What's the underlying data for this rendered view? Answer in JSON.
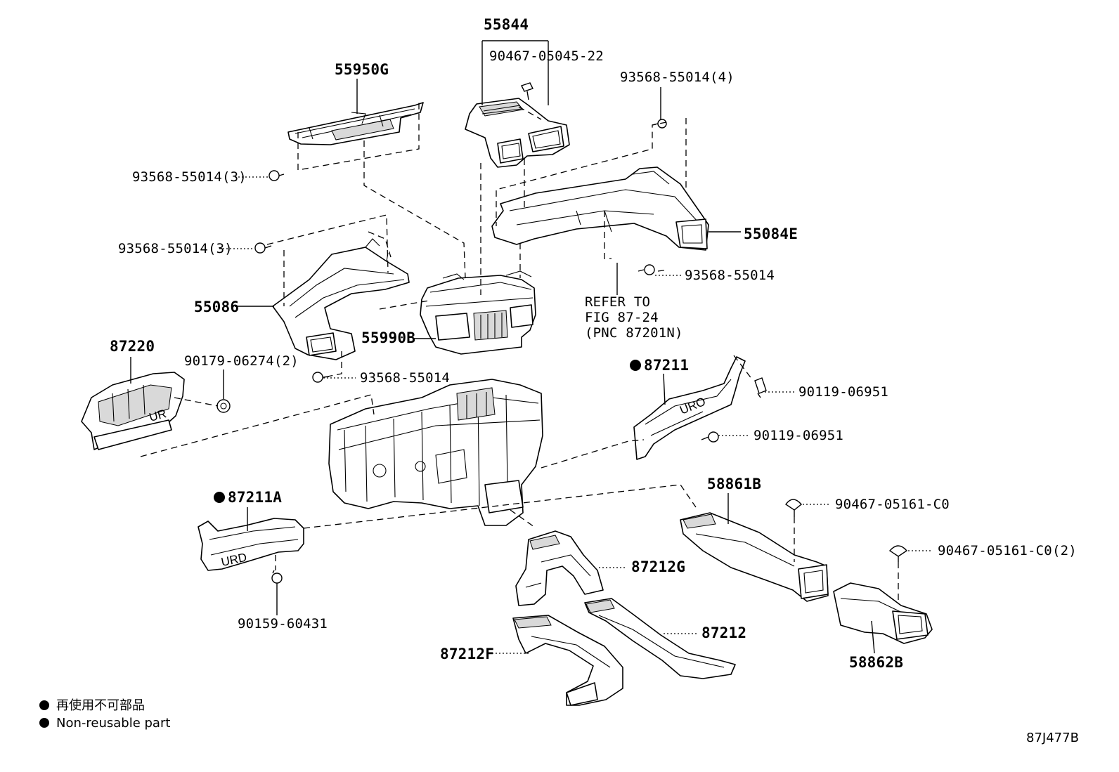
{
  "callouts": {
    "p55844": "55844",
    "p90467_05045": "90467-05045-22",
    "p55950g": "55950G",
    "p93568_4": "93568-55014(4)",
    "p93568_3a": "93568-55014(3)",
    "p55084e": "55084E",
    "p93568_3b": "93568-55014(3)",
    "p93568_r": "93568-55014",
    "p55086": "55086",
    "p55990b": "55990B",
    "refer_1": "REFER TO",
    "refer_2": "FIG 87-24",
    "refer_3": "(PNC 87201N)",
    "p87220": "87220",
    "p90179": "90179-06274(2)",
    "p93568_l": "93568-55014",
    "p87211": "87211",
    "p90119_a": "90119-06951",
    "p90119_b": "90119-06951",
    "p58861b": "58861B",
    "p90467_c0": "90467-05161-C0",
    "p87211a": "87211A",
    "p90467_c02": "90467-05161-C0(2)",
    "p87212g": "87212G",
    "p90159": "90159-60431",
    "p87212": "87212",
    "p87212f": "87212F",
    "p58862b": "58862B"
  },
  "legend": {
    "jp": "再使用不可部品",
    "en": "Non-reusable part"
  },
  "figure_code": "87J477B"
}
